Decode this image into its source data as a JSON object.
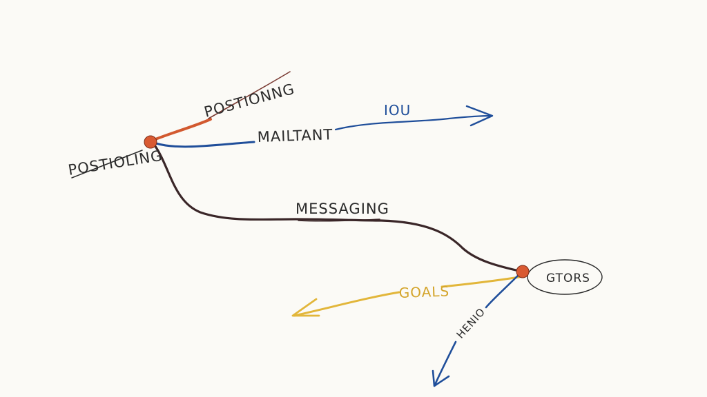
{
  "labels": {
    "left_node": "POSTIOLING",
    "upper": "POSTIONNG",
    "middle": "MAILTANT",
    "far_right": "IOU",
    "center": "MESSAGING",
    "right_node": "GTORS",
    "yellow": "GOALS",
    "lower": "HENIO"
  },
  "colors": {
    "ink": "#2b2b2b",
    "brown": "#3a2628",
    "orange": "#d2592f",
    "blue": "#1f4e9a",
    "yellow": "#e2b63a",
    "node_fill": "#d95a32"
  }
}
